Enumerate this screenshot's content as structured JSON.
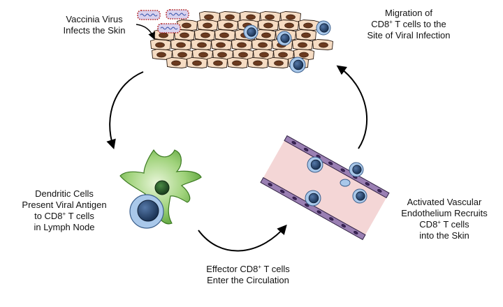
{
  "labels": {
    "infection": {
      "lines": [
        [
          "Vaccinia Virus"
        ],
        [
          "Infects the Skin"
        ]
      ]
    },
    "migration": {
      "lines": [
        [
          "Migration of"
        ],
        [
          "CD8",
          "+",
          " T cells to the"
        ],
        [
          "Site of Viral Infection"
        ]
      ]
    },
    "dendritic": {
      "lines": [
        [
          "Dendritic Cells"
        ],
        [
          "Present Viral Antigen"
        ],
        [
          "to CD8",
          "+",
          " T cells"
        ],
        [
          "in Lymph Node"
        ]
      ]
    },
    "effector": {
      "lines": [
        [
          "Effector CD8",
          "+",
          " T cells"
        ],
        [
          "Enter the Circulation"
        ]
      ]
    },
    "vascular": {
      "lines": [
        [
          "Activated Vascular"
        ],
        [
          "Endothelium Recruits"
        ],
        [
          "CD8",
          "+",
          " T cells"
        ],
        [
          "into the Skin"
        ]
      ]
    }
  },
  "colors": {
    "skin_cell_fill": "#f6dcc3",
    "skin_nucleus": "#6b3a1f",
    "t_cell_outer": "#a9c8ea",
    "t_cell_nucleus": "#1e3c66",
    "dendritic_cell_fill": "#6db544",
    "dendritic_nucleus": "#1f4d1d",
    "vessel_lumen": "#f4d6d6",
    "vessel_wall": "#9a7fb3",
    "virus_dots": "#b22222",
    "virus_fill": "#d9d2ee",
    "arrow": "#000000"
  },
  "icons": [
    "skin-tissue-icon",
    "virus-particle-icon",
    "t-cell-icon",
    "dendritic-cell-icon",
    "blood-vessel-icon",
    "cycle-arrow-icon"
  ]
}
